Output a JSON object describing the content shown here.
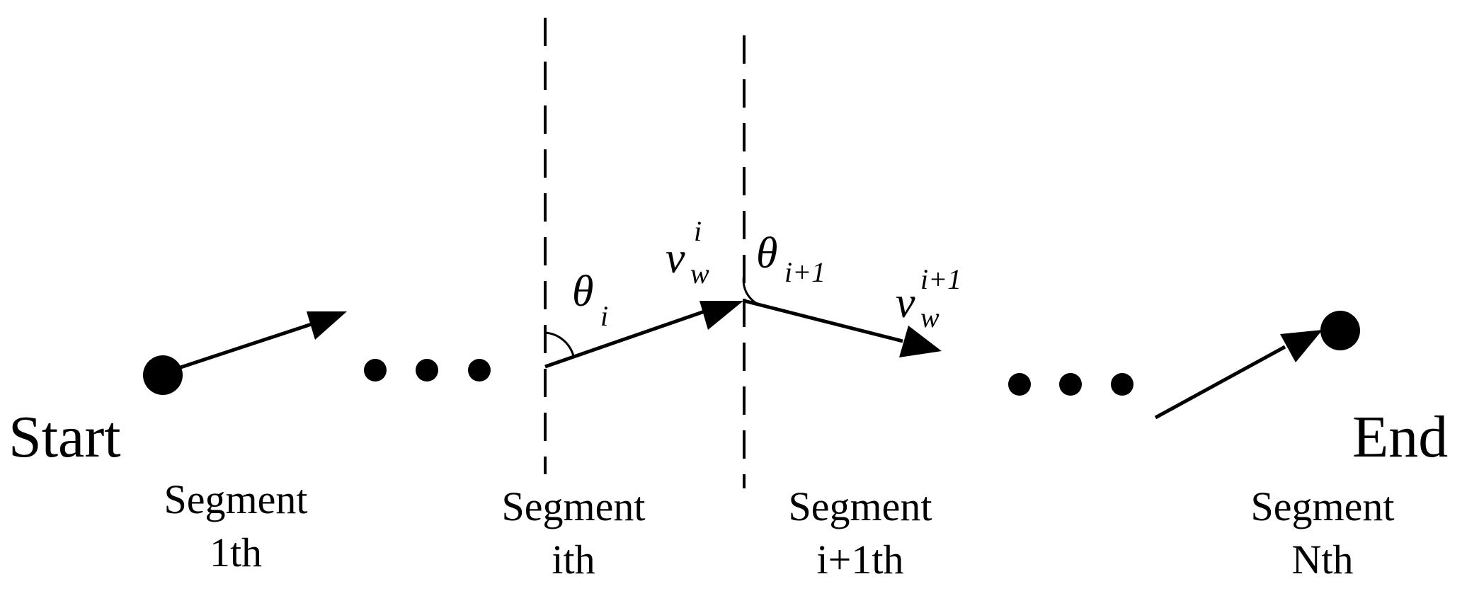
{
  "diagram": {
    "start_label": "Start",
    "end_label": "End",
    "segments": [
      {
        "line1": "Segment",
        "line2": "1th"
      },
      {
        "line1": "Segment",
        "line2": "ith"
      },
      {
        "line1": "Segment",
        "line2": "i+1th"
      },
      {
        "line1": "Segment",
        "line2": "Nth"
      }
    ],
    "theta_i": {
      "symbol": "θ",
      "sub": "i"
    },
    "theta_i1": {
      "symbol": "θ",
      "sub": "i+1"
    },
    "v_i": {
      "symbol": "v",
      "sub": "w",
      "sup": "i"
    },
    "v_i1": {
      "symbol": "v",
      "sub": "w",
      "sup": "i+1"
    },
    "colors": {
      "ink": "#000000",
      "background": "#ffffff"
    }
  }
}
